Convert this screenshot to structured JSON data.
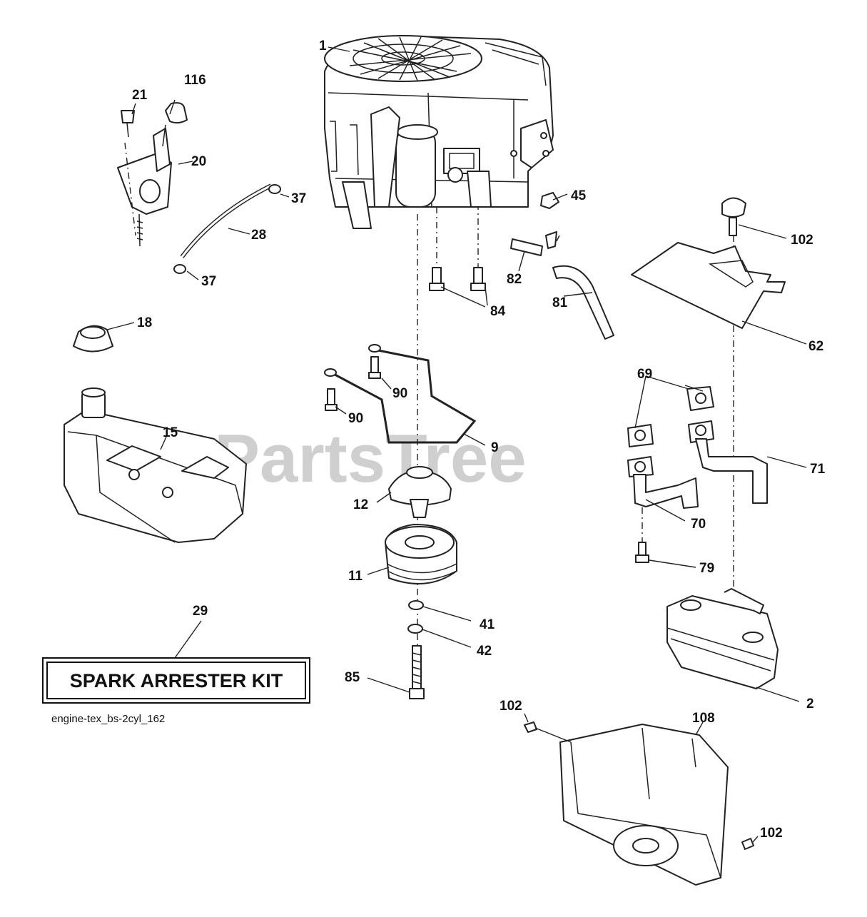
{
  "diagram": {
    "watermark": "PartsTree",
    "kit_label": "SPARK ARRESTER KIT",
    "drawing_code": "engine-tex_bs-2cyl_162",
    "callouts": {
      "p1": "1",
      "p2": "2",
      "p9": "9",
      "p11": "11",
      "p12": "12",
      "p15": "15",
      "p18": "18",
      "p20": "20",
      "p21": "21",
      "p28": "28",
      "p29": "29",
      "p37a": "37",
      "p37b": "37",
      "p41": "41",
      "p42": "42",
      "p45": "45",
      "p62": "62",
      "p69": "69",
      "p70": "70",
      "p71": "71",
      "p79": "79",
      "p81": "81",
      "p82": "82",
      "p84": "84",
      "p85": "85",
      "p90a": "90",
      "p90b": "90",
      "p102a": "102",
      "p102b": "102",
      "p102c": "102",
      "p108": "108",
      "p116": "116"
    }
  }
}
